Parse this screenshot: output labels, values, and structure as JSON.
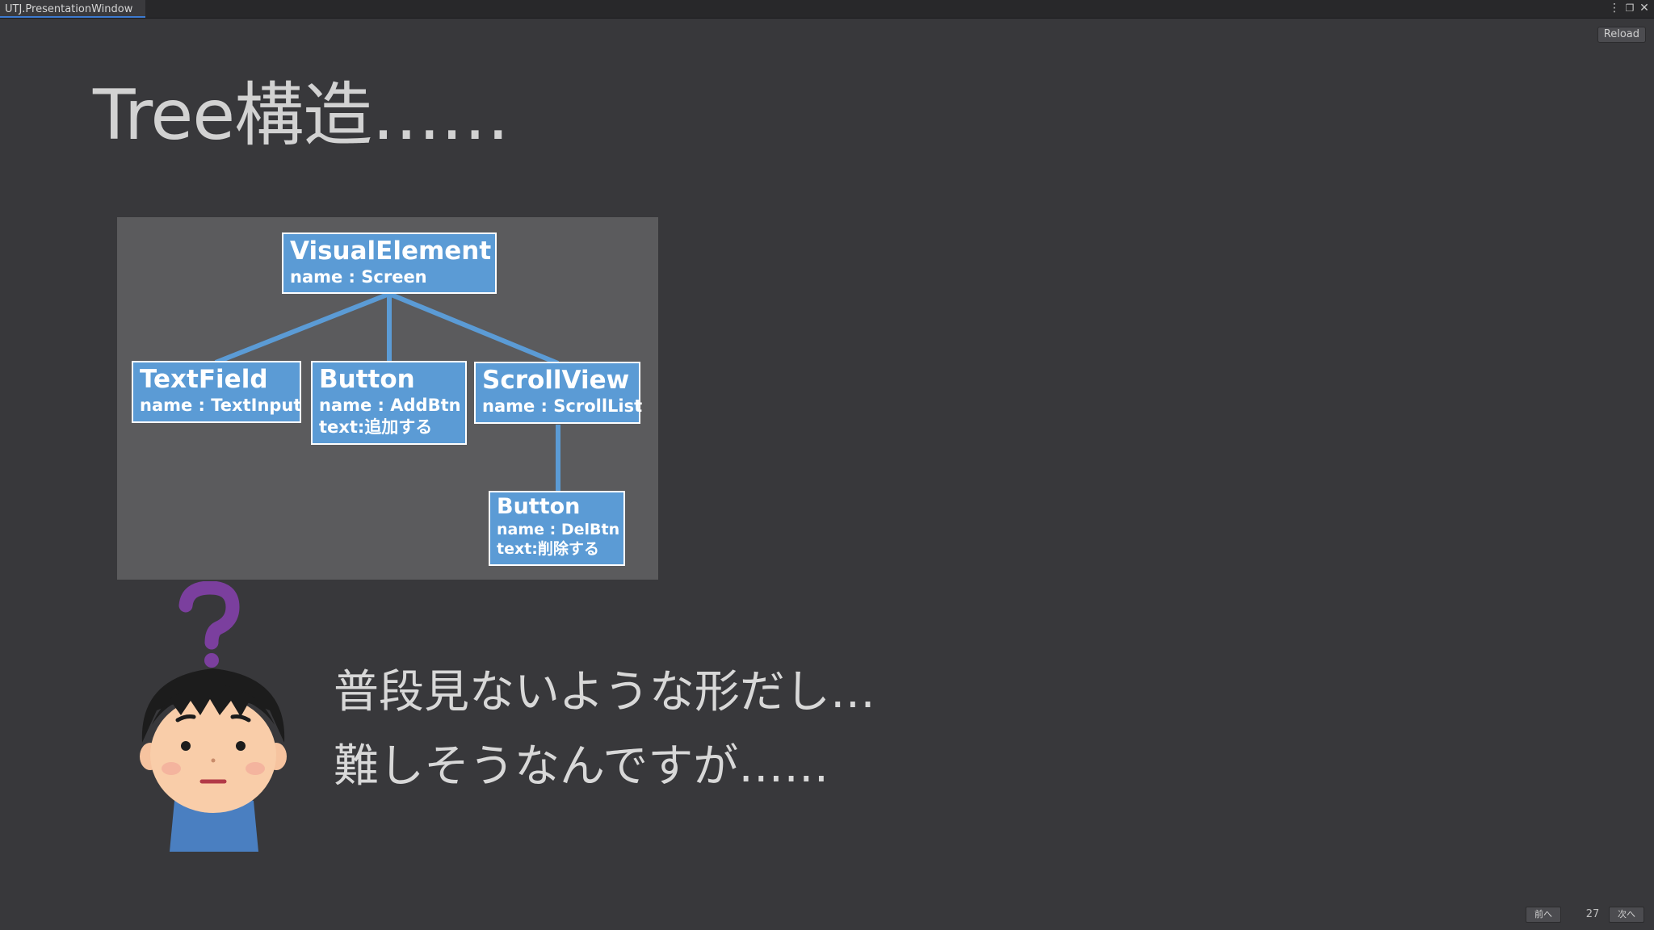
{
  "window": {
    "tab_title": "UTJ.PresentationWindow",
    "menu_icon": "kebab-menu-icon",
    "maximize_icon": "maximize-icon",
    "close_icon": "close-icon",
    "reload_label": "Reload"
  },
  "slide": {
    "title": "Tree構造……",
    "diagram": {
      "root": {
        "type": "VisualElement",
        "name_line": "name : Screen"
      },
      "textfield": {
        "type": "TextField",
        "name_line": "name : TextInput"
      },
      "button_add": {
        "type": "Button",
        "name_line": "name : AddBtn",
        "text_line": "text:追加する"
      },
      "scrollview": {
        "type": "ScrollView",
        "name_line": "name : ScrollList"
      },
      "button_del": {
        "type": "Button",
        "name_line": "name : DelBtn",
        "text_line": "text:削除する"
      }
    },
    "speech_lines": [
      "普段見ないような形だし…",
      "難しそうなんですが……"
    ],
    "illustration": "confused-boy-with-question-mark",
    "colors": {
      "background": "#38383b",
      "node_fill": "#5b9bd5",
      "connector": "#5b9bd5",
      "panel": "#5b5b5d",
      "question_mark": "#7b3f9e"
    }
  },
  "navigation": {
    "prev_label": "前へ",
    "page_number": "27",
    "next_label": "次へ"
  }
}
